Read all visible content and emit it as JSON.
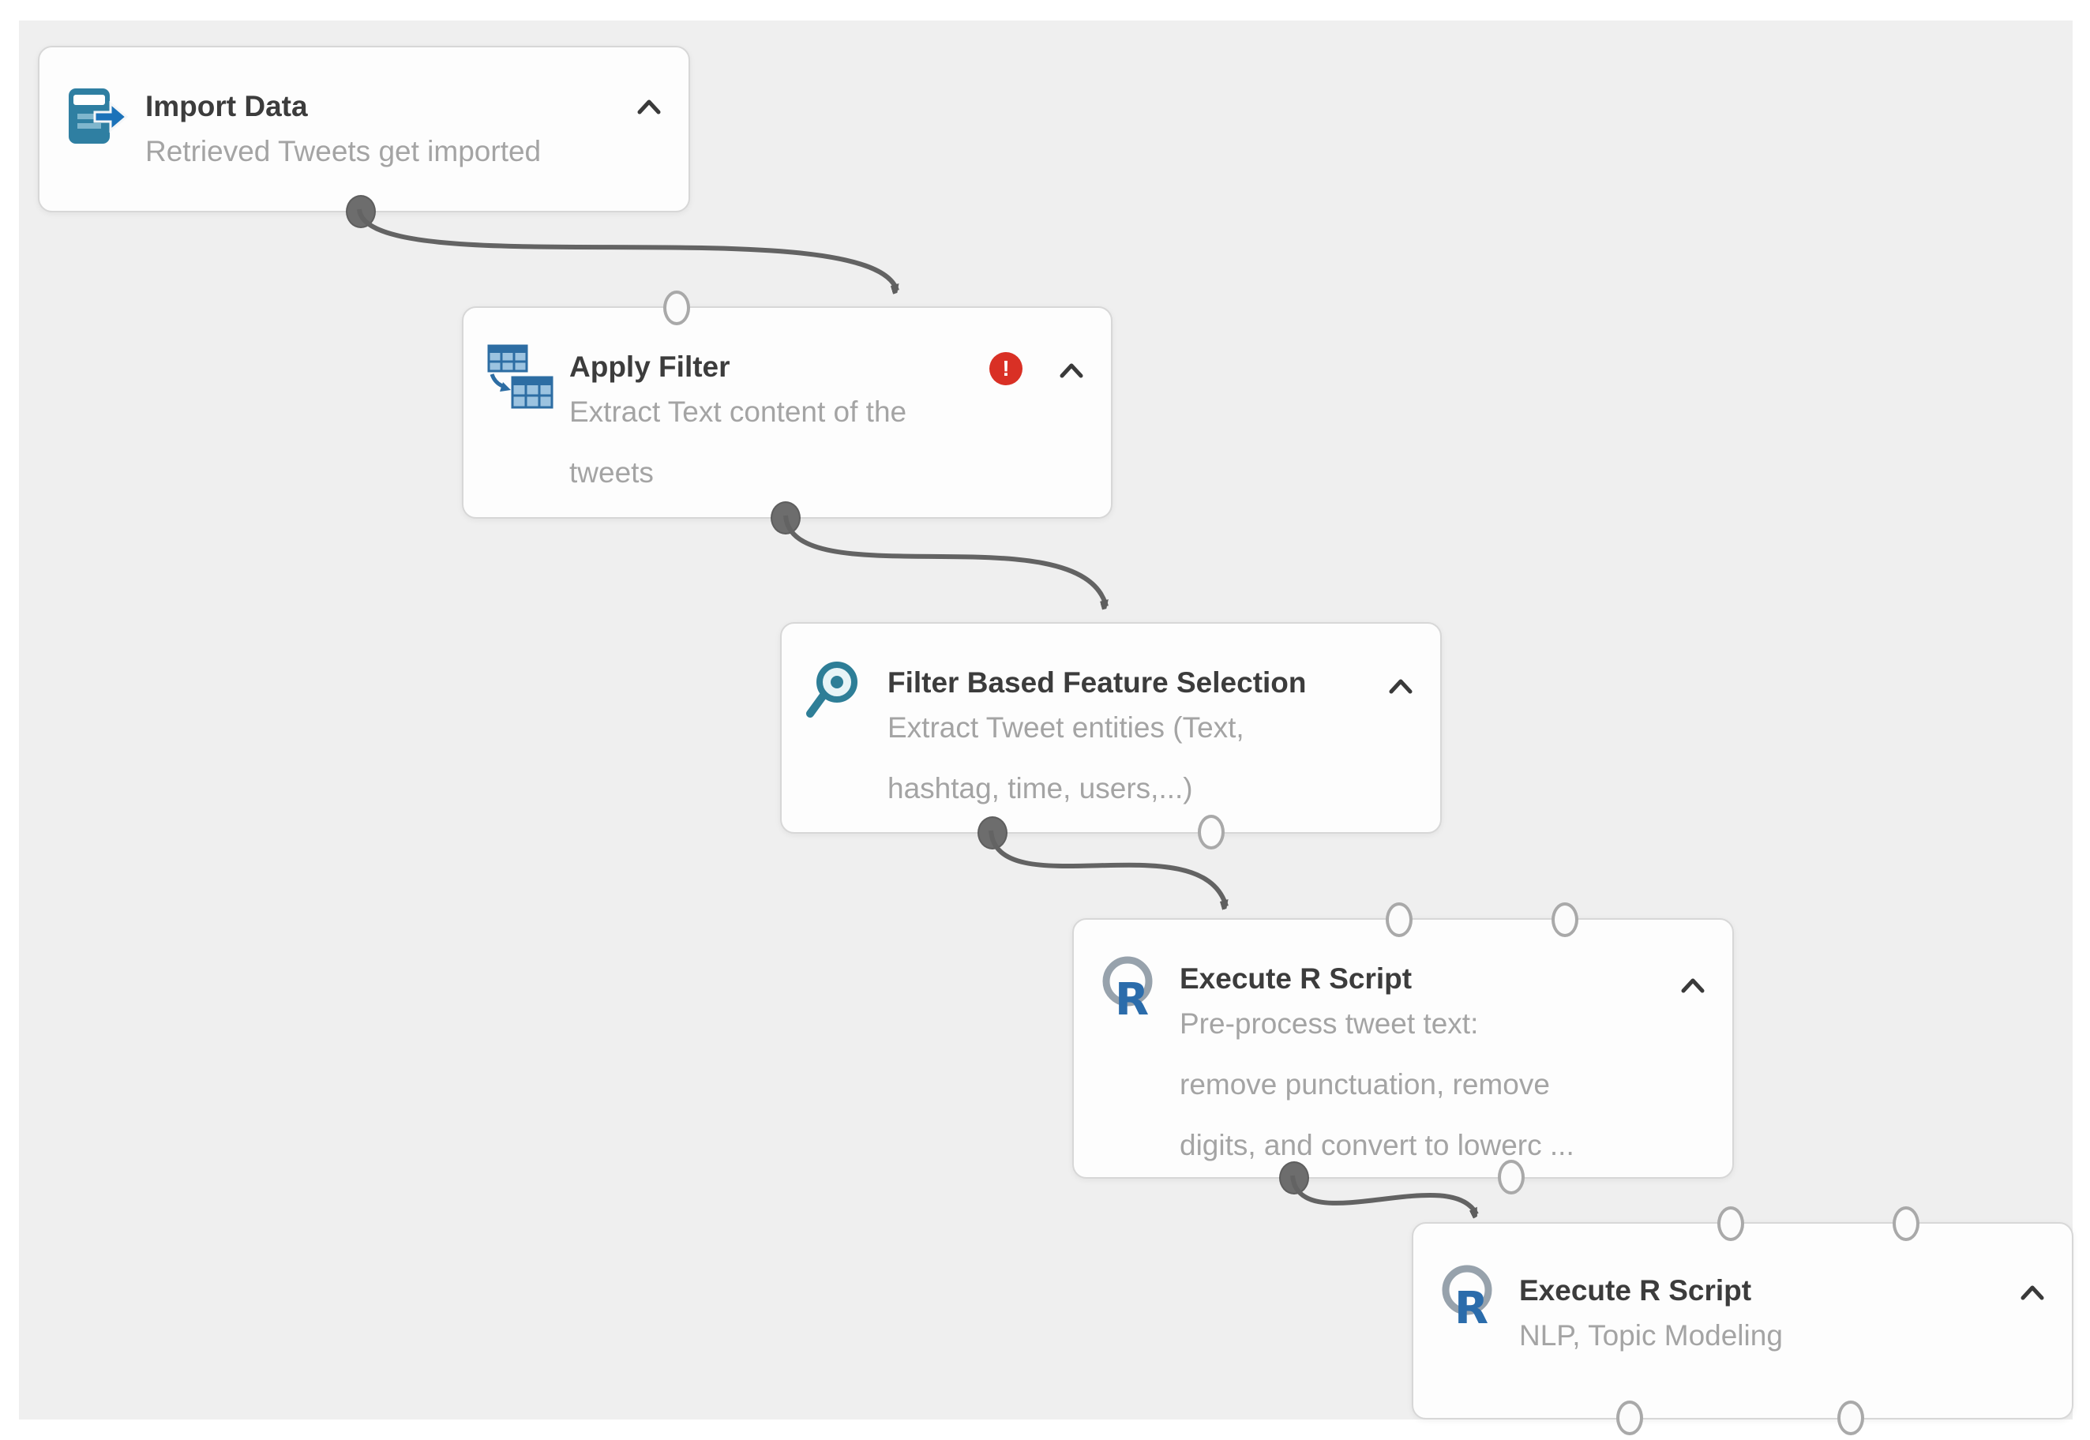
{
  "app": {
    "name": "machine-learning-workflow-canvas"
  },
  "colors": {
    "canvas_background": "#efefef",
    "node_background": "#fdfdfd",
    "node_border": "#d7d7d7",
    "title_text": "#3c3c3c",
    "description_text": "#a4a4a4",
    "connector_grey": "#636363",
    "port_stroke": "#a9a9a9",
    "port_filled": "#6d6d6d",
    "error_red": "#d93025",
    "icon_teal": "#2e7e9b",
    "icon_blue": "#1b72b9",
    "r_logo_blue": "#2b6cab",
    "r_logo_ring_grey": "#97a2ac"
  },
  "nodes": [
    {
      "id": "import-data",
      "icon": "database-export-icon",
      "title": "Import Data",
      "description_lines": [
        "Retrieved Tweets get imported"
      ],
      "collapse_icon": "chevron-up-icon"
    },
    {
      "id": "apply-filter",
      "icon": "table-filter-icon",
      "title": "Apply Filter",
      "description_lines": [
        "Extract Text content of the",
        "tweets"
      ],
      "error_badge": "!",
      "collapse_icon": "chevron-up-icon"
    },
    {
      "id": "filter-based-feature-selection",
      "icon": "feature-selection-magnifier-icon",
      "title": "Filter Based Feature Selection",
      "description_lines": [
        "Extract Tweet entities (Text,",
        "hashtag, time, users,...)"
      ],
      "collapse_icon": "chevron-up-icon"
    },
    {
      "id": "execute-r-script-1",
      "icon": "r-logo-icon",
      "title": "Execute R Script",
      "description_lines": [
        "Pre-process tweet text:",
        "remove punctuation, remove",
        "digits, and convert to lowerc ..."
      ],
      "collapse_icon": "chevron-up-icon"
    },
    {
      "id": "execute-r-script-2",
      "icon": "r-logo-icon",
      "title": "Execute R Script",
      "description_lines": [
        "NLP, Topic Modeling"
      ],
      "collapse_icon": "chevron-up-icon"
    }
  ],
  "connections": [
    {
      "from": "import-data",
      "to": "apply-filter"
    },
    {
      "from": "apply-filter",
      "to": "filter-based-feature-selection"
    },
    {
      "from": "filter-based-feature-selection",
      "to": "execute-r-script-1"
    },
    {
      "from": "execute-r-script-1",
      "to": "execute-r-script-2"
    }
  ]
}
